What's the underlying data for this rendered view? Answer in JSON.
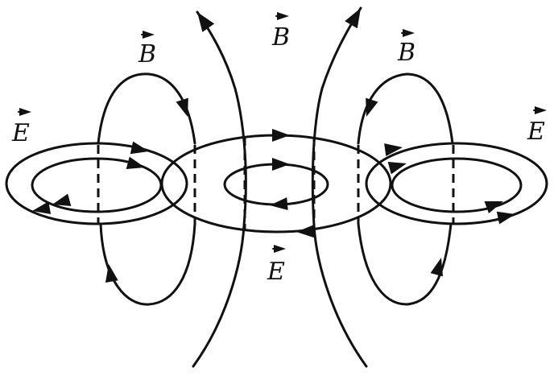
{
  "labels": {
    "b_left": "B",
    "b_center": "B",
    "b_right": "B",
    "e_left": "E",
    "e_right": "E",
    "e_bottom": "E"
  }
}
